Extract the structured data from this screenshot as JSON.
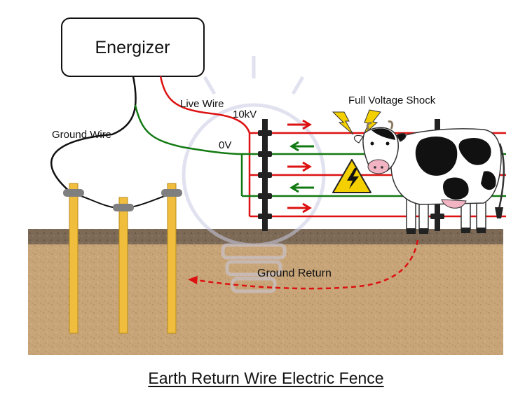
{
  "diagram": {
    "energizer_label": "Energizer",
    "live_wire_label": "Live Wire",
    "ground_wire_label": "Ground Wire",
    "voltage_high_label": "10kV",
    "voltage_zero_label": "0V",
    "shock_label": "Full Voltage Shock",
    "ground_return_label": "Ground Return",
    "caption": "Earth Return Wire Electric Fence"
  },
  "colors": {
    "live": "#dd1111",
    "ground": "#127a12",
    "ground_wire": "#111111",
    "rod": "#f0be3c",
    "soil": "#c8a578",
    "soil_top": "#7c6a56",
    "warning": "#f5d000"
  },
  "icons": {
    "warning": "high-voltage-warning-icon",
    "spark": "lightning-bolt-icon",
    "animal": "cow-icon"
  }
}
